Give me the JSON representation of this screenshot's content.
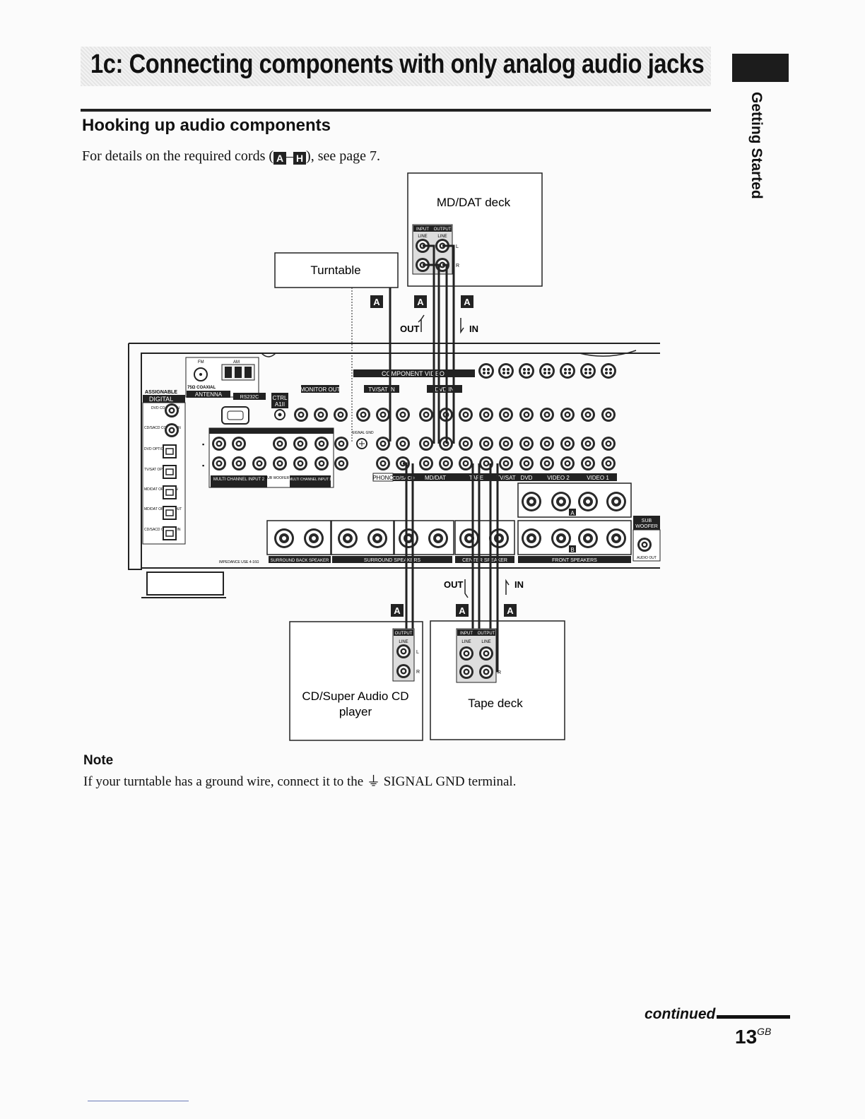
{
  "header": {
    "title": "1c: Connecting components with only analog audio jacks",
    "side_tab": "Getting Started"
  },
  "section": {
    "heading": "Hooking up audio components",
    "intro_prefix": "For details on the required cords (",
    "intro_cord_a": "A",
    "intro_dash": "–",
    "intro_cord_h": "H",
    "intro_suffix": "), see page 7."
  },
  "diagram": {
    "components": {
      "md_dat": "MD/DAT deck",
      "turntable": "Turntable",
      "cd_player_line1": "CD/Super Audio CD",
      "cd_player_line2": "player",
      "tape_deck": "Tape deck"
    },
    "cord_label": "A",
    "out_label": "OUT",
    "in_label": "IN",
    "jack_labels": {
      "input": "INPUT",
      "output": "OUTPUT",
      "line": "LINE",
      "l": "L",
      "r": "R"
    },
    "receiver_labels": {
      "fm": "FM",
      "am": "AM",
      "coaxial": "75Ω COAXIAL",
      "antenna": "ANTENNA",
      "rs232c": "RS232C",
      "ctrl": "CTRL",
      "a1ii": "A1II",
      "assignable": "ASSIGNABLE",
      "digital": "DIGITAL",
      "dvd_coaxial": "DVD COAXIAL IN",
      "cd_sacd_coaxial": "CD/SACD COAXIAL IN",
      "dvd_optical": "DVD OPTICAL IN",
      "tvsat_optical": "TV/SAT OPTICAL IN",
      "mddat_optical_in": "MD/DAT OPTICAL IN",
      "mddat_optical_out": "MD/DAT OPTICAL OUT",
      "cd_sacd_optical": "CD/SACD OPTICAL IN",
      "component_video": "COMPONENT VIDEO",
      "monitor_out": "MONITOR OUT",
      "tv_sat_in": "TV/SAT IN",
      "dvd_in": "DVD IN",
      "multi_channel_input2": "MULTI CHANNEL INPUT 2",
      "multi_channel_input1": "MULTI CHANNEL INPUT 1",
      "sub_woofer_small": "SUB WOOFER",
      "signal_gnd": "SIGNAL GND",
      "phono": "PHONO",
      "cd_sacd": "CD/SACD",
      "md_dat": "MD/DAT",
      "tape": "TAPE",
      "tv_sat": "TV/SAT",
      "dvd": "DVD",
      "video2": "VIDEO 2",
      "video1": "VIDEO 1",
      "impedance": "IMPEDANCE USE 4-16Ω",
      "surround_back_speaker": "SURROUND BACK SPEAKER",
      "surround_speakers": "SURROUND SPEAKERS",
      "center_speaker": "CENTER SPEAKER",
      "front_speakers": "FRONT SPEAKERS",
      "sub_woofer": "SUB WOOFER",
      "audio_out": "AUDIO OUT",
      "speaker_a": "A",
      "speaker_b": "B"
    }
  },
  "note": {
    "heading": "Note",
    "text": "If your turntable has a ground wire, connect it to the ⏚ SIGNAL GND terminal."
  },
  "footer": {
    "continued": "continued",
    "page_number": "13",
    "page_suffix": "GB"
  }
}
